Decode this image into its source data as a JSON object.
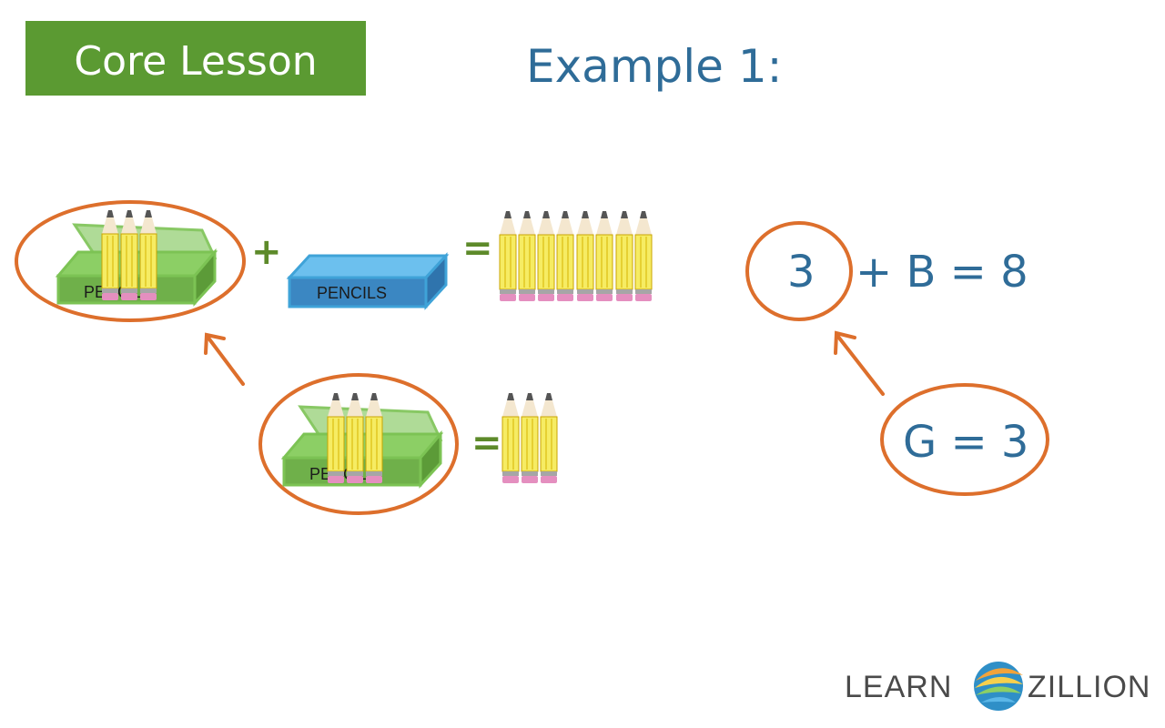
{
  "header": {
    "badge": "Core Lesson",
    "title": "Example 1:"
  },
  "scene": {
    "box_label": "PENCILS",
    "plus": "+",
    "equals": "="
  },
  "equation": {
    "first": "3",
    "rest": "+ B = 8"
  },
  "given": "G = 3",
  "logo": {
    "left": "LEARN",
    "right": "ZILLION"
  },
  "colors": {
    "badge_green": "#5b9a32",
    "title_blue": "#2f6c98",
    "circle_orange": "#dd6f2c",
    "green_box": "#7cc354",
    "blue_box": "#3fa3d8"
  }
}
